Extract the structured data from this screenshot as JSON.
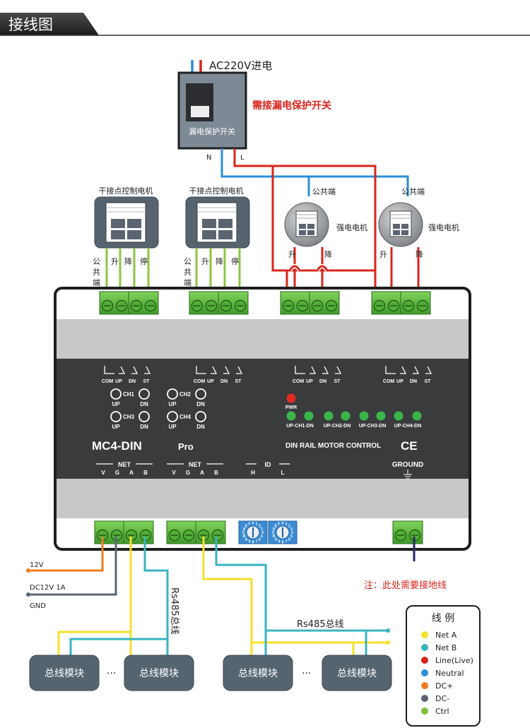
{
  "header": {
    "title": "接线图"
  },
  "power": {
    "ac_label": "AC220V进电",
    "breaker_label": "漏电保护开关",
    "warning": "需接漏电保护开关",
    "neutral_letter": "N",
    "live_letter": "L"
  },
  "dry_motors": [
    {
      "title": "干接点控制电机",
      "com_label": "公\n共\n端",
      "up": "升",
      "down": "降",
      "stop": "停"
    },
    {
      "title": "干接点控制电机",
      "com_label": "公\n共\n端",
      "up": "升",
      "down": "降",
      "stop": "停"
    }
  ],
  "strong_motors": [
    {
      "common": "公共端",
      "label": "强电电机",
      "up": "升",
      "down": "降"
    },
    {
      "common": "公共端",
      "label": "强电电机",
      "up": "升",
      "down": "降"
    }
  ],
  "controller": {
    "model": "MC4-DIN",
    "model_suffix": "Pro",
    "subtitle": "DIN RAIL MOTOR CONTROL",
    "ce": "CE",
    "channel_terminals": [
      "COM",
      "UP",
      "DN",
      "ST"
    ],
    "buttons": [
      {
        "ch": "CH1",
        "up": "UP",
        "dn": "DN"
      },
      {
        "ch": "CH2",
        "up": "UP",
        "dn": "DN"
      },
      {
        "ch": "CH3",
        "up": "UP",
        "dn": "DN"
      },
      {
        "ch": "CH4",
        "up": "UP",
        "dn": "DN"
      }
    ],
    "pwr_label": "PWR",
    "led_labels": [
      "UP-CH1-DN",
      "UP-CH2-DN",
      "UP-CH3-DN",
      "UP-CH4-DN"
    ],
    "net_label": "NET",
    "net_pins": [
      "V",
      "G",
      "A",
      "B"
    ],
    "id_label": "ID",
    "id_pins": [
      "H",
      "L"
    ],
    "ground_label": "GROUND",
    "dial_chars": "0123456789ABCDEF"
  },
  "bus": {
    "v12": "12V",
    "dc12": "DC12V  1A",
    "gnd": "GND",
    "rs485_vertical": "Rs485总线",
    "rs485": "Rs485总线",
    "module": "总线模块",
    "ellipsis": "···",
    "ground_note": "注：此处需要接地线"
  },
  "legend": {
    "title": "线 例",
    "items": [
      {
        "label": "Net A",
        "color": "#f5e12a"
      },
      {
        "label": "Net B",
        "color": "#39b5c0"
      },
      {
        "label": "Line(Live)",
        "color": "#d9241b"
      },
      {
        "label": "Neutral",
        "color": "#2a8fd6"
      },
      {
        "label": "DC+",
        "color": "#ee7d1f"
      },
      {
        "label": "DC-",
        "color": "#5a6478"
      },
      {
        "label": "Ctrl",
        "color": "#7ec03a"
      }
    ]
  },
  "colors": {
    "live": "#d9241b",
    "neutral": "#2a8fd6",
    "ctrl": "#8cc63f",
    "neta": "#f5e12a",
    "netb": "#39b5c0",
    "dcplus": "#ee7d1f",
    "dcminus": "#5a6478",
    "ground_wire": "#232a6b"
  }
}
